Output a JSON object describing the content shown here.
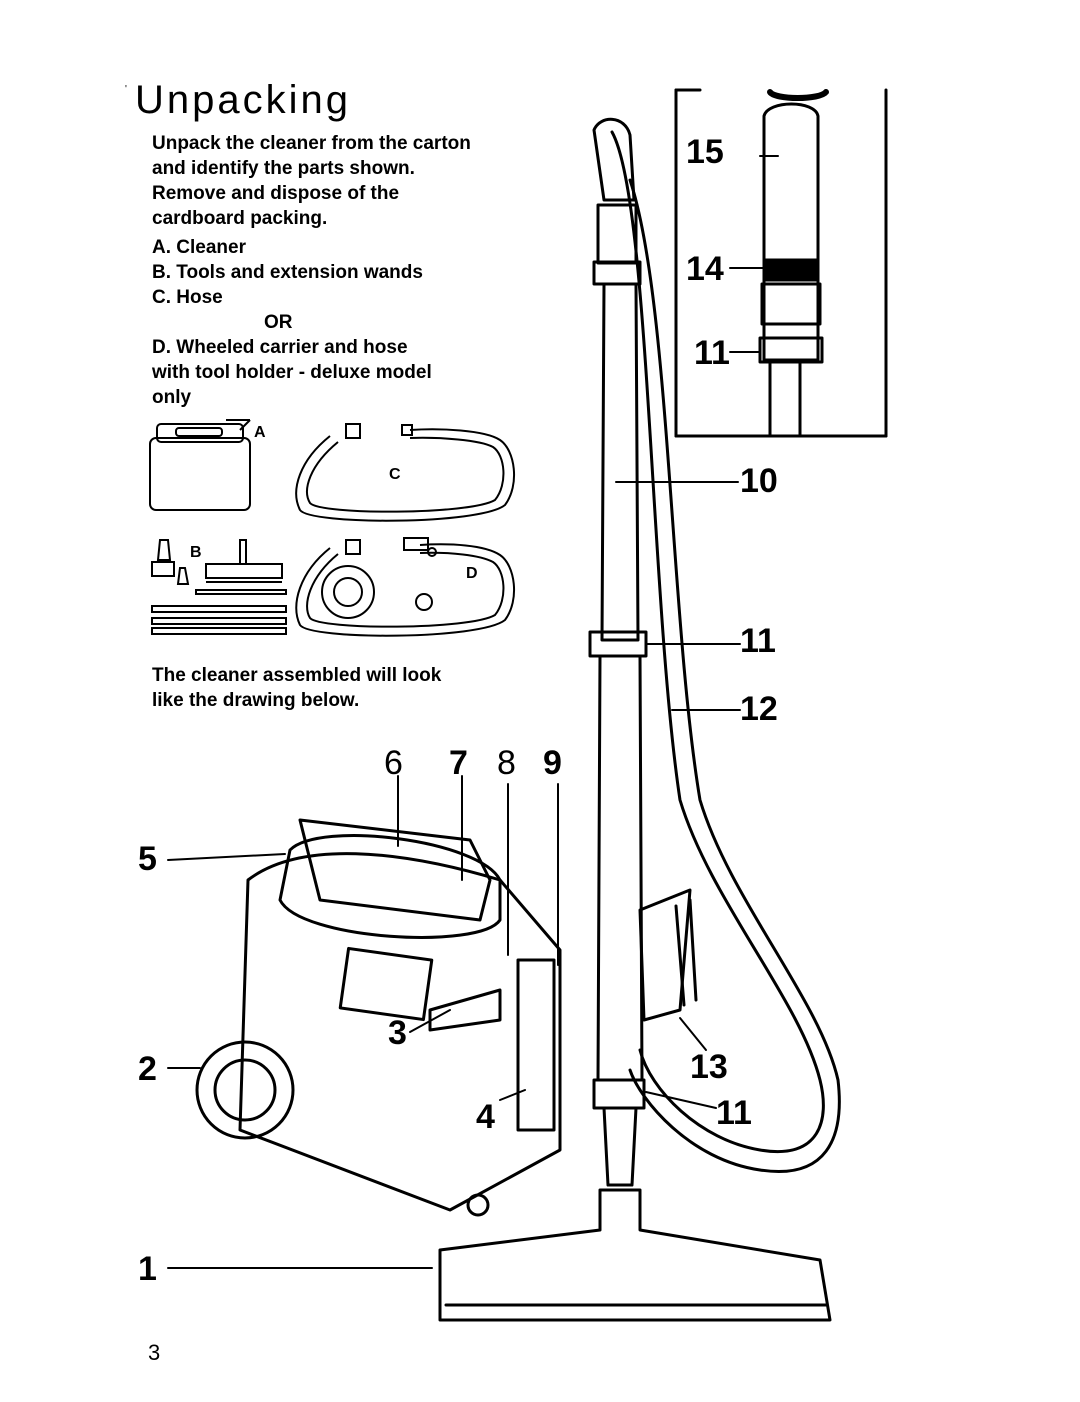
{
  "page": {
    "title": "Unpacking",
    "stray_mark": "'",
    "intro": "Unpack the cleaner from the carton and identify the parts shown. Remove and dispose of the cardboard packing.",
    "parts": [
      "A. Cleaner",
      "B. Tools and extension wands",
      "C. Hose",
      "OR",
      "D. Wheeled carrier and hose",
      "with tool holder - deluxe model",
      "only"
    ],
    "assembled_note_1": "The cleaner assembled will look",
    "assembled_note_2": "like the drawing below.",
    "page_number": "3"
  },
  "figure_small": {
    "labels": {
      "a": "A",
      "b": "B",
      "c": "C",
      "d": "D"
    }
  },
  "callouts": {
    "n15": "15",
    "n14": "14",
    "n11a": "11",
    "n10": "10",
    "n11b": "11",
    "n12": "12",
    "n6": "6",
    "n7": "7",
    "n8": "8",
    "n9": "9",
    "n5": "5",
    "n3": "3",
    "n2": "2",
    "n13": "13",
    "n4": "4",
    "n11c": "11",
    "n1": "1"
  }
}
